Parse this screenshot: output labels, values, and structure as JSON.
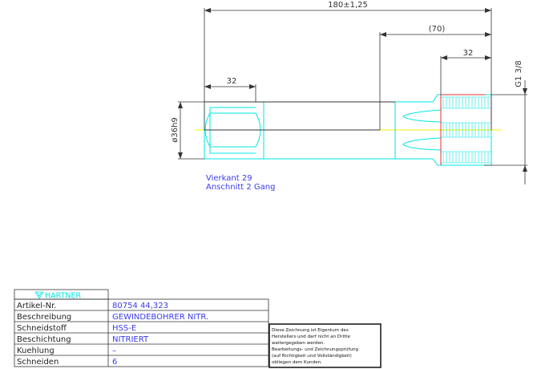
{
  "drawing": {
    "dimensions": {
      "overall_length": "180±1,25",
      "thread_section": "(70)",
      "thread_length": "32",
      "square_length": "32",
      "shank_diameter": "ø36h9",
      "thread_size": "G1 3/8"
    },
    "notes": [
      "Vierkant 29",
      "Anschnitt 2 Gang"
    ]
  },
  "title_block": {
    "logo": "HARTNER",
    "rows": [
      {
        "label": "Artikel-Nr.",
        "value": "80754 44,323"
      },
      {
        "label": "Beschreibung",
        "value": "GEWINDEBOHRER NITR."
      },
      {
        "label": "Schneidstoff",
        "value": "HSS-E"
      },
      {
        "label": "Beschichtung",
        "value": "NITRIERT"
      },
      {
        "label": "Kuehlung",
        "value": "–"
      },
      {
        "label": "Schneiden",
        "value": "6"
      }
    ],
    "disclaimer": [
      "Diese Zeichnung ist Eigentum des",
      "Herstellers und darf nicht an Dritte",
      "weitergegeben werden.",
      "Bearbeitungs- und Zeichnungsprüfung",
      "(auf Richtigkeit und Vollständigkeit)",
      "obliegen dem Kunden."
    ]
  },
  "colors": {
    "outline": "#00e5e5",
    "centerline": "#f0f000",
    "dimension": "#333333",
    "text": "#3a3af0",
    "chamfer": "#e03030"
  }
}
